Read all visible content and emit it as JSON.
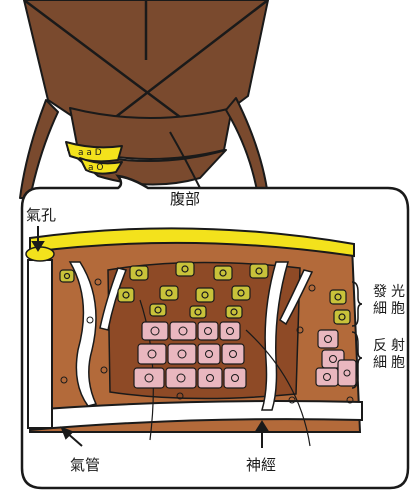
{
  "labels": {
    "abdomen": "腹部",
    "spiracle": "氣孔",
    "trachea": "氣管",
    "nerve": "神經",
    "photocyte_col1": "光胞",
    "photocyte_col2": "發細",
    "reflector_col1": "射胞",
    "reflector_col2": "反細"
  },
  "colors": {
    "insect_body": "#7a4a2e",
    "tissue": "#b36a3a",
    "cuticle": "#f3e21c",
    "photocyte_cell": "#c8c23a",
    "reflector_cell": "#e9b7bf",
    "outline": "#1a1a1a"
  },
  "icons": {
    "spiracle_arrow": "arrow-down-icon",
    "trachea_arrow": "arrow-up-left-icon",
    "nerve_arrow": "arrow-up-icon"
  }
}
